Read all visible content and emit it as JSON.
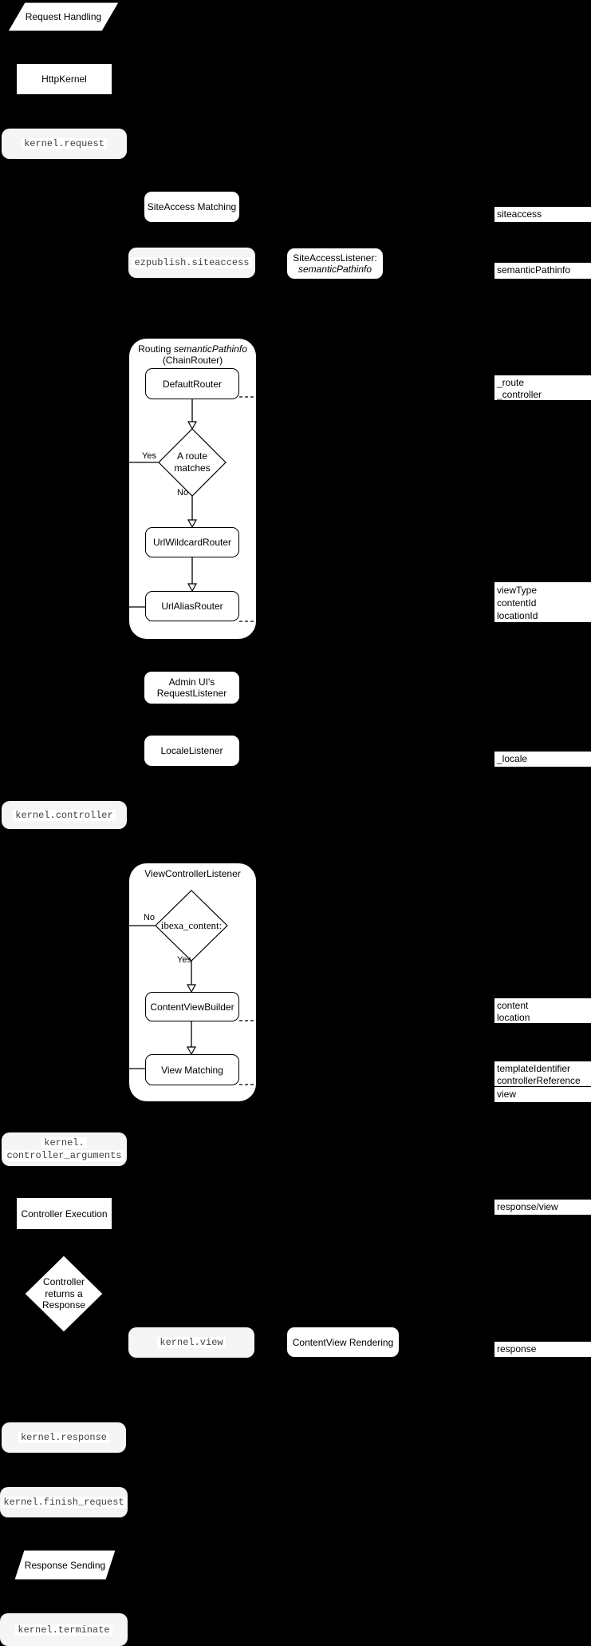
{
  "flow": {
    "request_handling": "Request Handling",
    "http_kernel": "HttpKernel",
    "kernel_request": "kernel.request",
    "siteaccess_matching": "SiteAccess Matching",
    "ezpublish_siteaccess": "ezpublish.siteaccess",
    "siteaccess_listener": {
      "line1": "SiteAccessListener:",
      "line2": "semanticPathinfo"
    },
    "routing": {
      "title_normal": "Routing ",
      "title_italic": "semanticPathinfo",
      "subtitle": "(ChainRouter)",
      "default_router": "DefaultRouter",
      "decision": {
        "line1": "A route",
        "line2": "matches"
      },
      "yes_label": "Yes",
      "no_label": "No",
      "url_wildcard_router": "UrlWildcardRouter",
      "url_alias_router": "UrlAliasRouter"
    },
    "admin_request_listener": {
      "line1": "Admin UI's",
      "line2": "RequestListener"
    },
    "locale_listener": "LocaleListener",
    "kernel_controller": "kernel.controller",
    "view_controller_listener": {
      "title": "ViewControllerListener",
      "decision": "ibexa_content:",
      "no_label": "No",
      "yes_label": "Yes",
      "content_view_builder": "ContentViewBuilder",
      "view_matching": "View Matching"
    },
    "kernel_controller_arguments": {
      "line1": "kernel.",
      "line2": "controller_arguments"
    },
    "controller_execution": "Controller Execution",
    "controller_returns": {
      "line1": "Controller",
      "line2": "returns a",
      "line3": "Response"
    },
    "kernel_view": "kernel.view",
    "contentview_rendering": "ContentView Rendering",
    "kernel_response": "kernel.response",
    "kernel_finish_request": "kernel.finish_request",
    "response_sending": "Response Sending",
    "kernel_terminate": "kernel.terminate"
  },
  "side_labels": {
    "siteaccess": "siteaccess",
    "semantic_pathinfo": "semanticPathinfo",
    "route": {
      "line1": "_route",
      "line2": "_controller"
    },
    "view_params": {
      "line1": "viewType",
      "line2": "contentId",
      "line3": "locationId"
    },
    "locale": "_locale",
    "content": {
      "line1": "content",
      "line2": "location"
    },
    "template": {
      "line1": "templateIdentifier",
      "line2": "controllerReference"
    },
    "view": "view",
    "response_view": "response/view",
    "response": "response"
  },
  "colors": {
    "background": "#000000",
    "node_fill": "#ffffff",
    "event_fill": "#f5f5f5",
    "line": "#000000",
    "mono_text": "#404040"
  }
}
